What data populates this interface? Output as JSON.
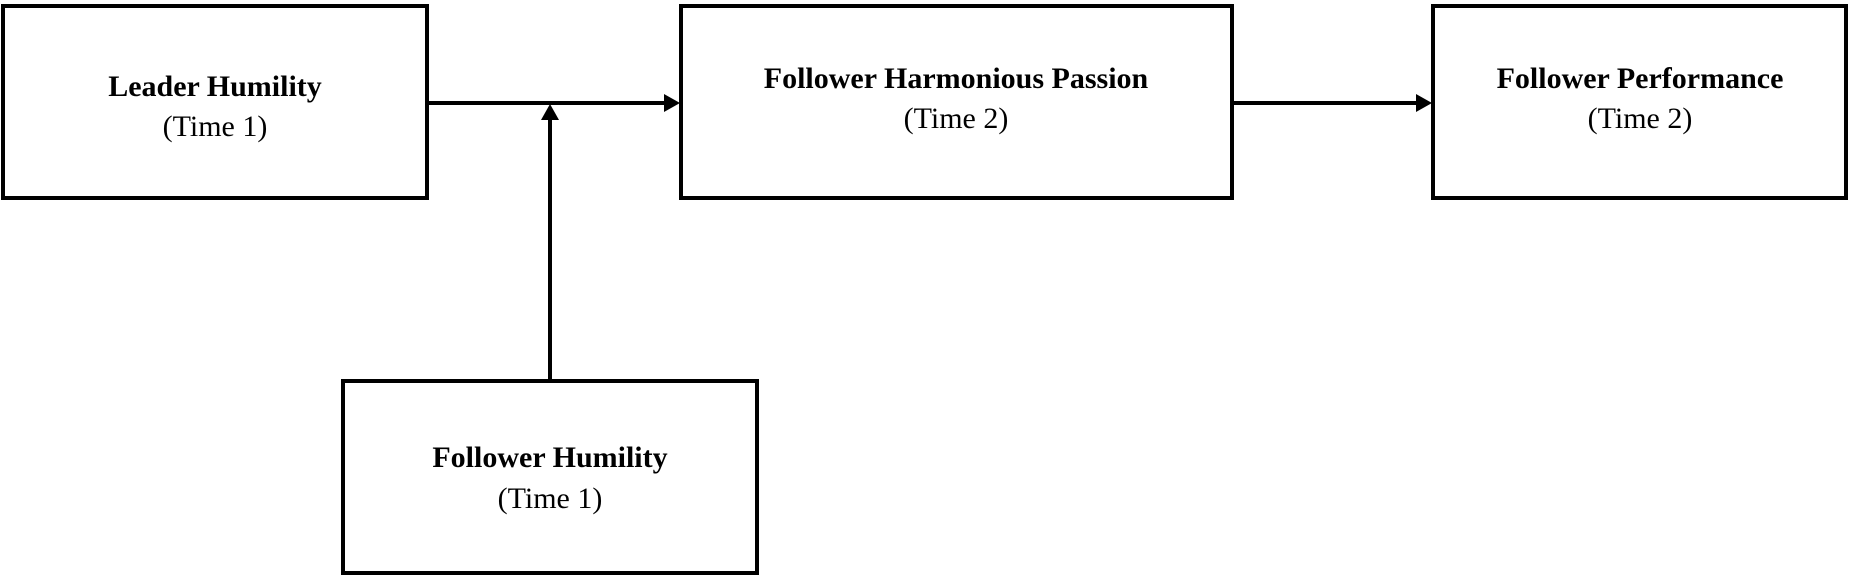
{
  "nodes": {
    "leader_humility": {
      "title": "Leader Humility",
      "subtitle": "(Time 1)"
    },
    "follower_harmonious_passion": {
      "title": "Follower Harmonious Passion",
      "subtitle": "(Time 2)"
    },
    "follower_performance": {
      "title": "Follower Performance",
      "subtitle": "(Time 2)"
    },
    "follower_humility": {
      "title": "Follower Humility",
      "subtitle": "(Time 1)"
    }
  },
  "edges": [
    {
      "from": "leader_humility",
      "to": "follower_harmonious_passion",
      "kind": "direct"
    },
    {
      "from": "follower_harmonious_passion",
      "to": "follower_performance",
      "kind": "direct"
    },
    {
      "from": "follower_humility",
      "to": "leader_humility->follower_harmonious_passion",
      "kind": "moderation"
    }
  ],
  "colors": {
    "stroke": "#000000",
    "fill": "#ffffff",
    "text": "#000000"
  }
}
